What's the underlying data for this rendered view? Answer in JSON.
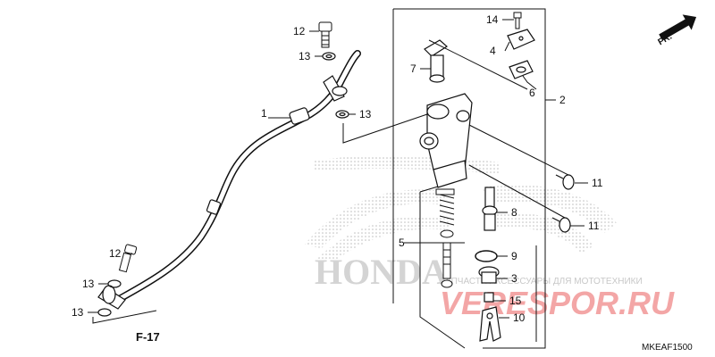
{
  "diagram": {
    "callouts": {
      "c1": "1",
      "c2": "2",
      "c3": "3",
      "c4": "4",
      "c5": "5",
      "c6": "6",
      "c7": "7",
      "c8": "8",
      "c9": "9",
      "c10": "10",
      "c11a": "11",
      "c11b": "11",
      "c12a": "12",
      "c12b": "12",
      "c13a": "13",
      "c13b": "13",
      "c13c": "13",
      "c13d": "13",
      "c14": "14",
      "c15": "15"
    },
    "reference_label": "F-17",
    "direction_label": "FR.",
    "part_code": "MKEAF1500"
  },
  "watermarks": {
    "brand": "HONDA",
    "store_caption": "ЗАПЧАСТИ АКСЕССУАРЫ ДЛЯ МОТОТЕХНИКИ",
    "store_site": "VERESPOR.RU"
  },
  "colors": {
    "line": "#111111",
    "watermark_gray": "#d0d0d0",
    "watermark_red": "#f2a0a0"
  }
}
